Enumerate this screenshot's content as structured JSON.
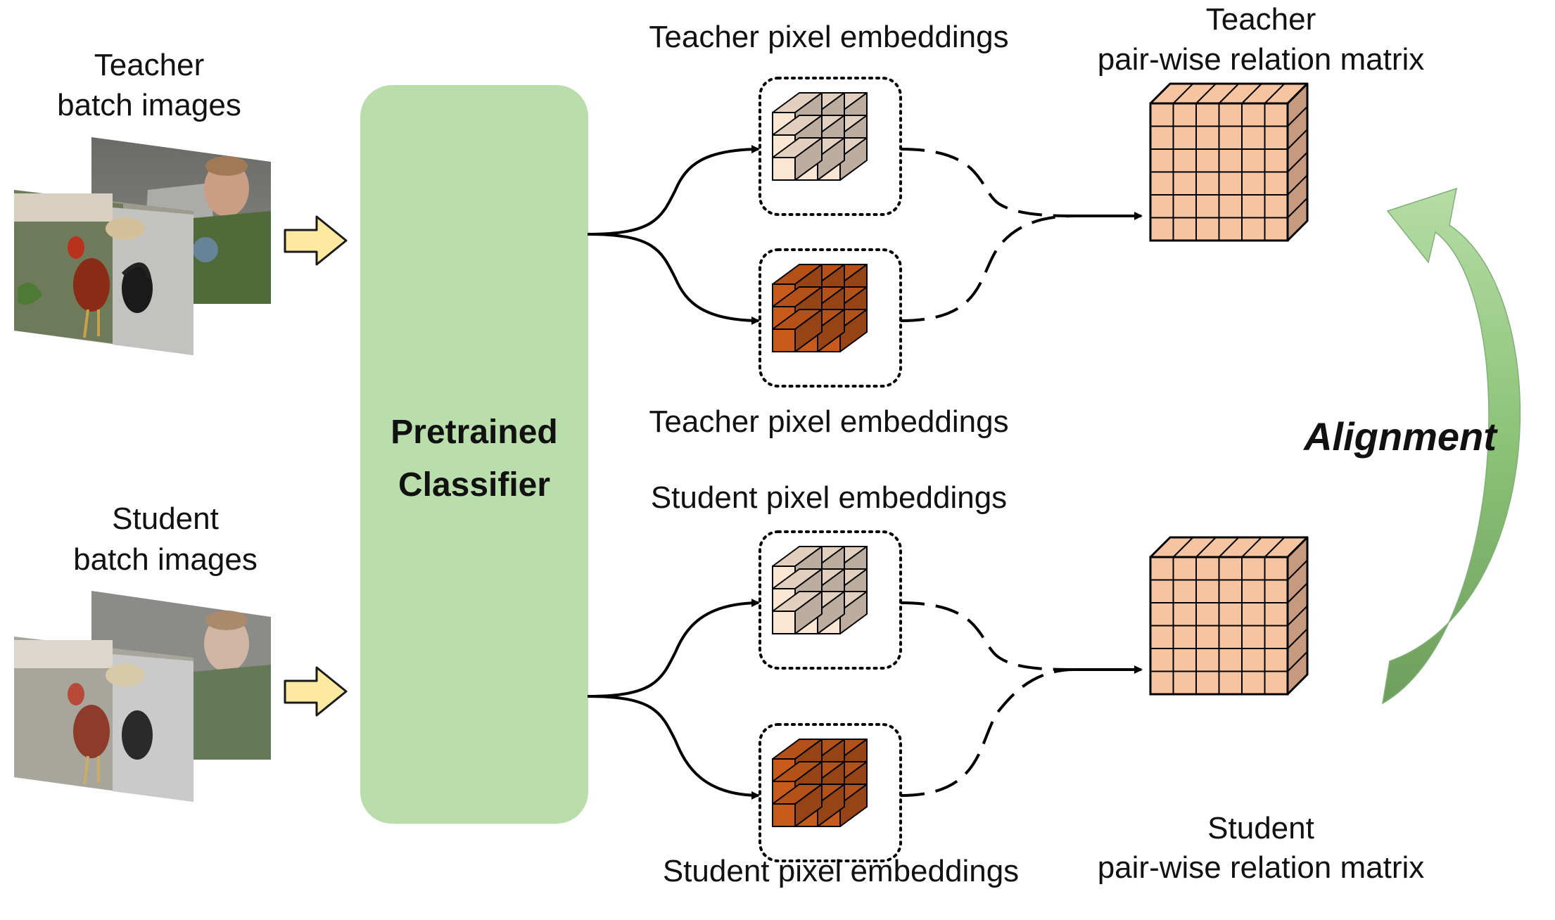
{
  "labels": {
    "teacher_batch_line1": "Teacher",
    "teacher_batch_line2": "batch images",
    "student_batch_line1": "Student",
    "student_batch_line2": "batch images",
    "classifier_line1": "Pretrained",
    "classifier_line2": "Classifier",
    "top_emb_top_label": "Teacher pixel embeddings",
    "top_emb_bottom_label": "Teacher pixel embeddings",
    "bottom_emb_top_label": "Student pixel embeddings",
    "bottom_emb_bottom_label": "Student pixel embeddings",
    "teacher_matrix_line1": "Teacher",
    "teacher_matrix_line2": "pair-wise relation matrix",
    "student_matrix_line1": "Student",
    "student_matrix_line2": "pair-wise relation matrix",
    "alignment": "Alignment"
  },
  "colors": {
    "classifier_fill": "#b9ddab",
    "yellow_arrow": "#fde9a0",
    "matrix_fill": "#f7c4a2",
    "matrix_side": "#c79a80",
    "cube_light": "#fbe6d3",
    "cube_dark": "#c85a1c",
    "alignment_arrow": "#8cc277"
  },
  "icons": {
    "input_arrow": "yellow-right-arrow-icon",
    "image_stack": "photo-stack-icon"
  }
}
